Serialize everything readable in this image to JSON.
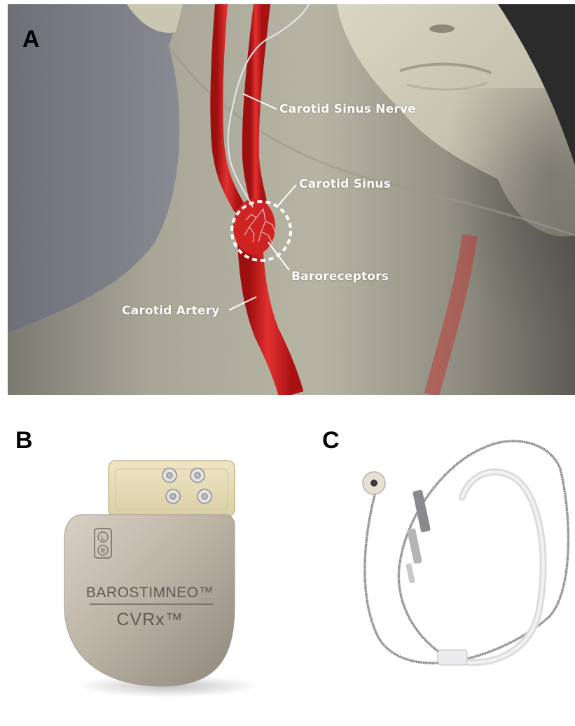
{
  "panels": {
    "a": {
      "letter": "A",
      "labels": {
        "carotid_sinus_nerve": "Carotid Sinus Nerve",
        "carotid_sinus": "Carotid Sinus",
        "baroreceptors": "Baroreceptors",
        "carotid_artery": "Carotid Artery"
      }
    },
    "b": {
      "letter": "B",
      "device": {
        "brand_top": "BAROSTIMNEO™",
        "brand_bottom": "CVRx™",
        "port_marks": [
          "L",
          "R"
        ]
      }
    },
    "c": {
      "letter": "C"
    }
  },
  "colors": {
    "artery": "#d31f1f",
    "skin": "#c9c6b3",
    "background_gray": "#7f8088",
    "device_metal": "#b3aa9c",
    "label_text": "#ffffff"
  }
}
